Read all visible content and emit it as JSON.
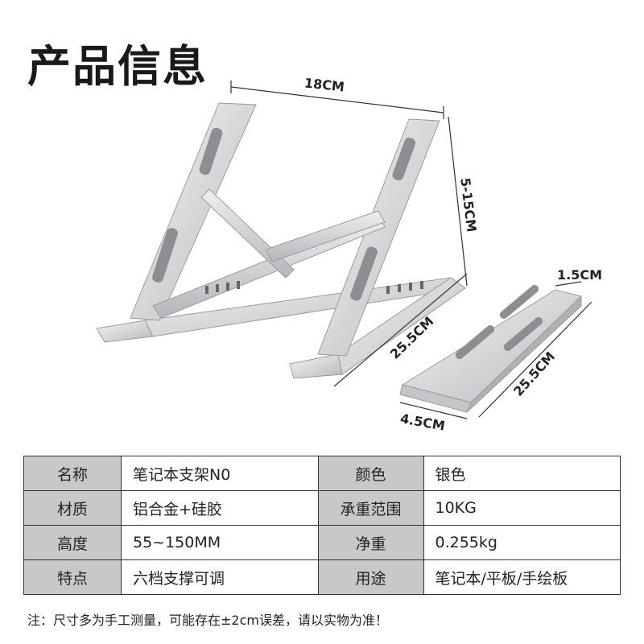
{
  "title": "产品信息",
  "dimensions": {
    "stand_width": "18CM",
    "stand_height": "5-15CM",
    "stand_depth": "25.5CM",
    "folded_thickness": "1.5CM",
    "folded_length": "25.5CM",
    "folded_width": "4.5CM"
  },
  "specs": [
    {
      "label": "名称",
      "value": "笔记本支架N0",
      "label2": "颜色",
      "value2": "银色"
    },
    {
      "label": "材质",
      "value": "铝合金+硅胶",
      "label2": "承重范围",
      "value2": "10KG"
    },
    {
      "label": "高度",
      "value": "55~150MM",
      "label2": "净重",
      "value2": "0.255kg"
    },
    {
      "label": "特点",
      "value": "六档支撑可调",
      "label2": "用途",
      "value2": "笔记本/平板/手绘板"
    }
  ],
  "note": "注：尺寸多为手工测量，可能存在±2cm误差，请以实物为准！",
  "colors": {
    "table_label_bg": "#c8c8c8",
    "metal": "#d9dadc"
  }
}
